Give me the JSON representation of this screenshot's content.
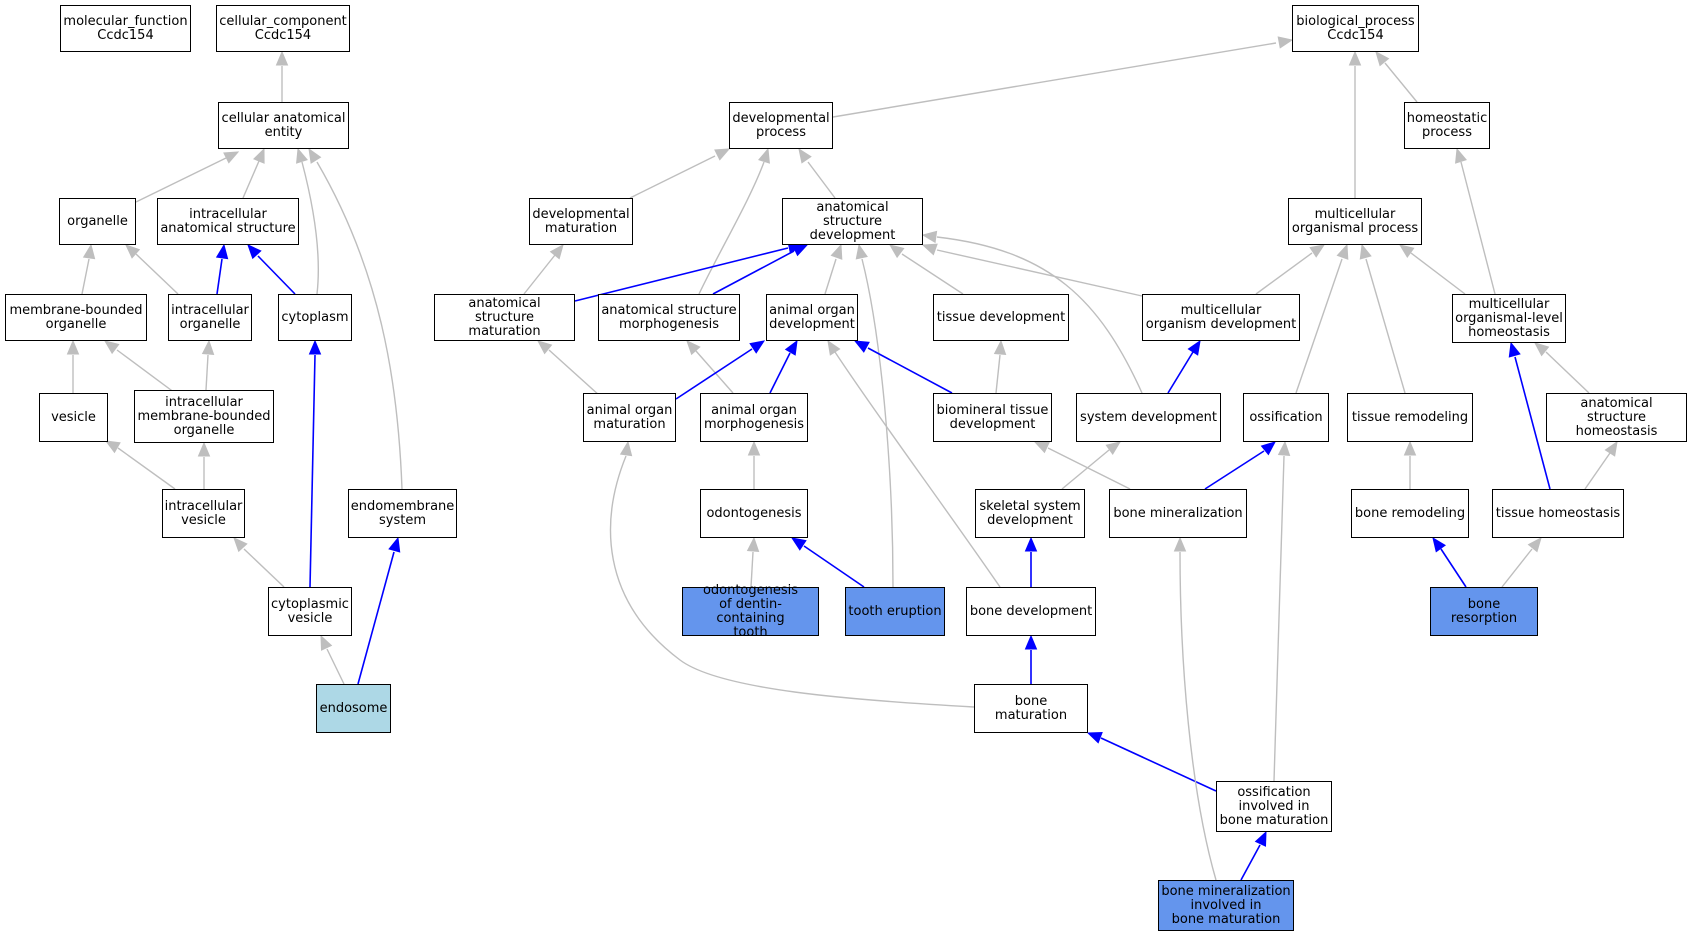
{
  "colors": {
    "is_a_edge": "#bebebe",
    "part_of_edge": "#0000ff",
    "highlight_fill": "#6495ed",
    "query_fill": "#add8e6"
  },
  "nodes": [
    {
      "id": "mf",
      "label": "molecular_function\nCcdc154"
    },
    {
      "id": "cc",
      "label": "cellular_component\nCcdc154"
    },
    {
      "id": "bp",
      "label": "biological_process\nCcdc154"
    },
    {
      "id": "cae",
      "label": "cellular anatomical\nentity"
    },
    {
      "id": "devproc",
      "label": "developmental\nprocess"
    },
    {
      "id": "homeo",
      "label": "homeostatic\nprocess"
    },
    {
      "id": "organelle",
      "label": "organelle"
    },
    {
      "id": "ias",
      "label": "intracellular\nanatomical structure"
    },
    {
      "id": "devmat",
      "label": "developmental\nmaturation"
    },
    {
      "id": "asd",
      "label": "anatomical structure\ndevelopment"
    },
    {
      "id": "mop",
      "label": "multicellular\norganismal process"
    },
    {
      "id": "mbo",
      "label": "membrane-bounded\norganelle"
    },
    {
      "id": "io",
      "label": "intracellular\norganelle"
    },
    {
      "id": "cytoplasm",
      "label": "cytoplasm"
    },
    {
      "id": "asmat",
      "label": "anatomical structure\nmaturation"
    },
    {
      "id": "asmorph",
      "label": "anatomical structure\nmorphogenesis"
    },
    {
      "id": "aod",
      "label": "animal organ\ndevelopment"
    },
    {
      "id": "tissuedev",
      "label": "tissue development"
    },
    {
      "id": "mod",
      "label": "multicellular\norganism development"
    },
    {
      "id": "molh",
      "label": "multicellular\norganismal-level\nhomeostasis"
    },
    {
      "id": "vesicle",
      "label": "vesicle"
    },
    {
      "id": "imbo",
      "label": "intracellular\nmembrane-bounded\norganelle"
    },
    {
      "id": "aom",
      "label": "animal organ\nmaturation"
    },
    {
      "id": "aomorph",
      "label": "animal organ\nmorphogenesis"
    },
    {
      "id": "btd",
      "label": "biomineral tissue\ndevelopment"
    },
    {
      "id": "sysdev",
      "label": "system development"
    },
    {
      "id": "ossification",
      "label": "ossification"
    },
    {
      "id": "tremodel",
      "label": "tissue remodeling"
    },
    {
      "id": "ash",
      "label": "anatomical structure\nhomeostasis"
    },
    {
      "id": "iv",
      "label": "intracellular\nvesicle"
    },
    {
      "id": "endomem",
      "label": "endomembrane\nsystem"
    },
    {
      "id": "odonto",
      "label": "odontogenesis"
    },
    {
      "id": "ssd",
      "label": "skeletal system\ndevelopment"
    },
    {
      "id": "bonemin",
      "label": "bone mineralization"
    },
    {
      "id": "boneremodel",
      "label": "bone remodeling"
    },
    {
      "id": "th",
      "label": "tissue homeostasis"
    },
    {
      "id": "cytovesicle",
      "label": "cytoplasmic\nvesicle"
    },
    {
      "id": "odt",
      "label": "odontogenesis\nof dentin-containing\ntooth"
    },
    {
      "id": "tootheruption",
      "label": "tooth eruption"
    },
    {
      "id": "bonedev",
      "label": "bone development"
    },
    {
      "id": "boneresorption",
      "label": "bone resorption"
    },
    {
      "id": "endosome",
      "label": "endosome"
    },
    {
      "id": "bonematuration",
      "label": "bone maturation"
    },
    {
      "id": "oibm",
      "label": "ossification\ninvolved in\nbone maturation"
    },
    {
      "id": "bmibm",
      "label": "bone mineralization\ninvolved in\nbone maturation"
    }
  ]
}
